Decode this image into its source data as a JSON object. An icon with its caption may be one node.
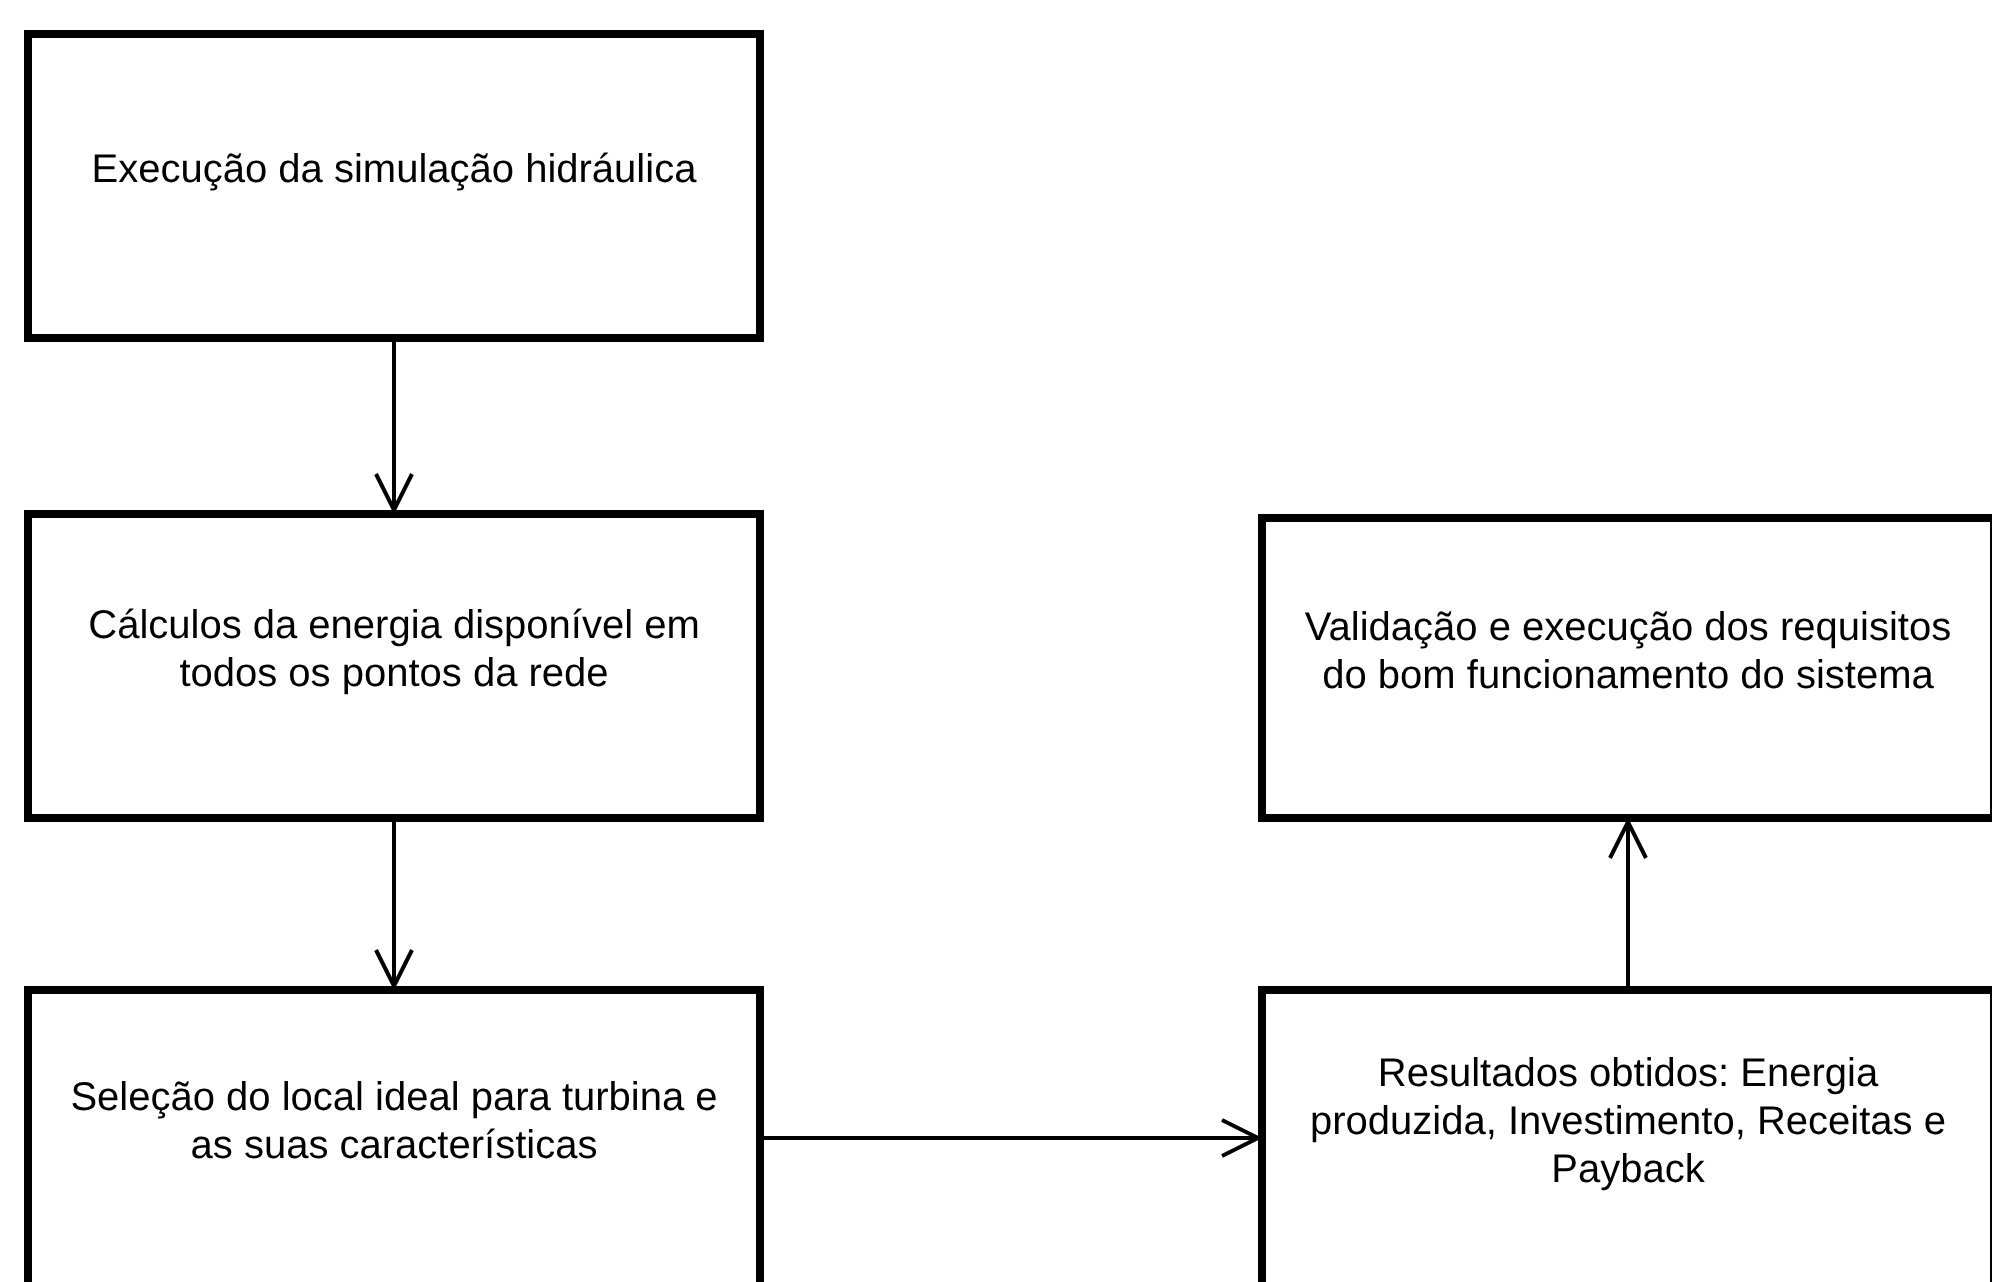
{
  "diagram": {
    "nodes": [
      {
        "text": [
          "Execução da simulação hidráulica"
        ]
      },
      {
        "text": [
          "Cálculos da energia disponível em todos os pontos da rede"
        ]
      },
      {
        "text": [
          "Seleção do local ideal para turbina e as suas características"
        ]
      },
      {
        "text": [
          "Validação e execução dos requisitos do bom funcionamento do sistema"
        ]
      },
      {
        "text": [
          "Resultados obtidos: Energia produzida, Investimento, Receitas e Payback"
        ]
      }
    ],
    "edges": [
      {
        "from": 0,
        "to": 1,
        "arrow": "to"
      },
      {
        "from": 1,
        "to": 2,
        "arrow": "to"
      },
      {
        "from": 2,
        "to": 4,
        "arrow": "to"
      },
      {
        "from": 4,
        "to": 3,
        "arrow": "to"
      }
    ]
  }
}
